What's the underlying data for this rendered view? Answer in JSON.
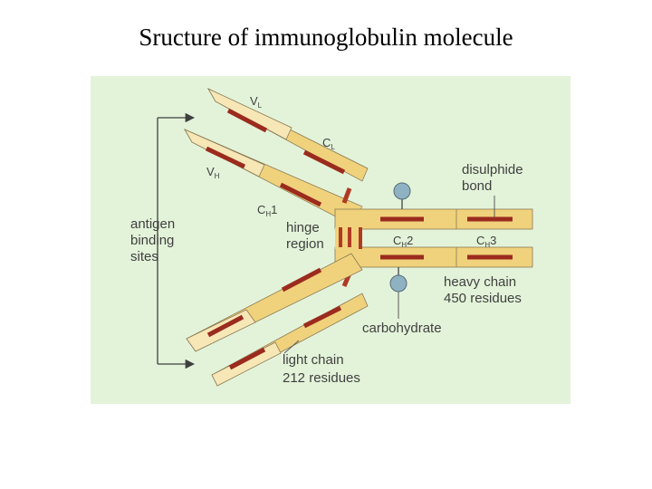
{
  "slide": {
    "title": "Sructure of immunoglobulin molecule"
  },
  "diagram": {
    "colors": {
      "background": "#e3f3d9",
      "chain_fill": "#f0d27c",
      "chain_fill_light": "#f7e7b6",
      "bar": "#9b2b1e",
      "disulphide": "#b03a24",
      "carbohydrate": "#8fb2c2",
      "text": "#3f3f3f"
    },
    "labels": {
      "vl": "V",
      "vl_sub": "L",
      "cl": "C",
      "cl_sub": "L",
      "vh": "V",
      "vh_sub": "H",
      "ch1": "C",
      "ch1_sub": "H",
      "ch1_num": "1",
      "ch2": "C",
      "ch2_sub": "H",
      "ch2_num": "2",
      "ch3": "C",
      "ch3_sub": "H",
      "ch3_num": "3",
      "antigen_1": "antigen",
      "antigen_2": "binding",
      "antigen_3": "sites",
      "hinge_1": "hinge",
      "hinge_2": "region",
      "disulphide_1": "disulphide",
      "disulphide_2": "bond",
      "heavy_1": "heavy chain",
      "heavy_2": "450 residues",
      "carbohydrate": "carbohydrate",
      "light_1": "light chain",
      "light_2": "212 residues"
    }
  }
}
